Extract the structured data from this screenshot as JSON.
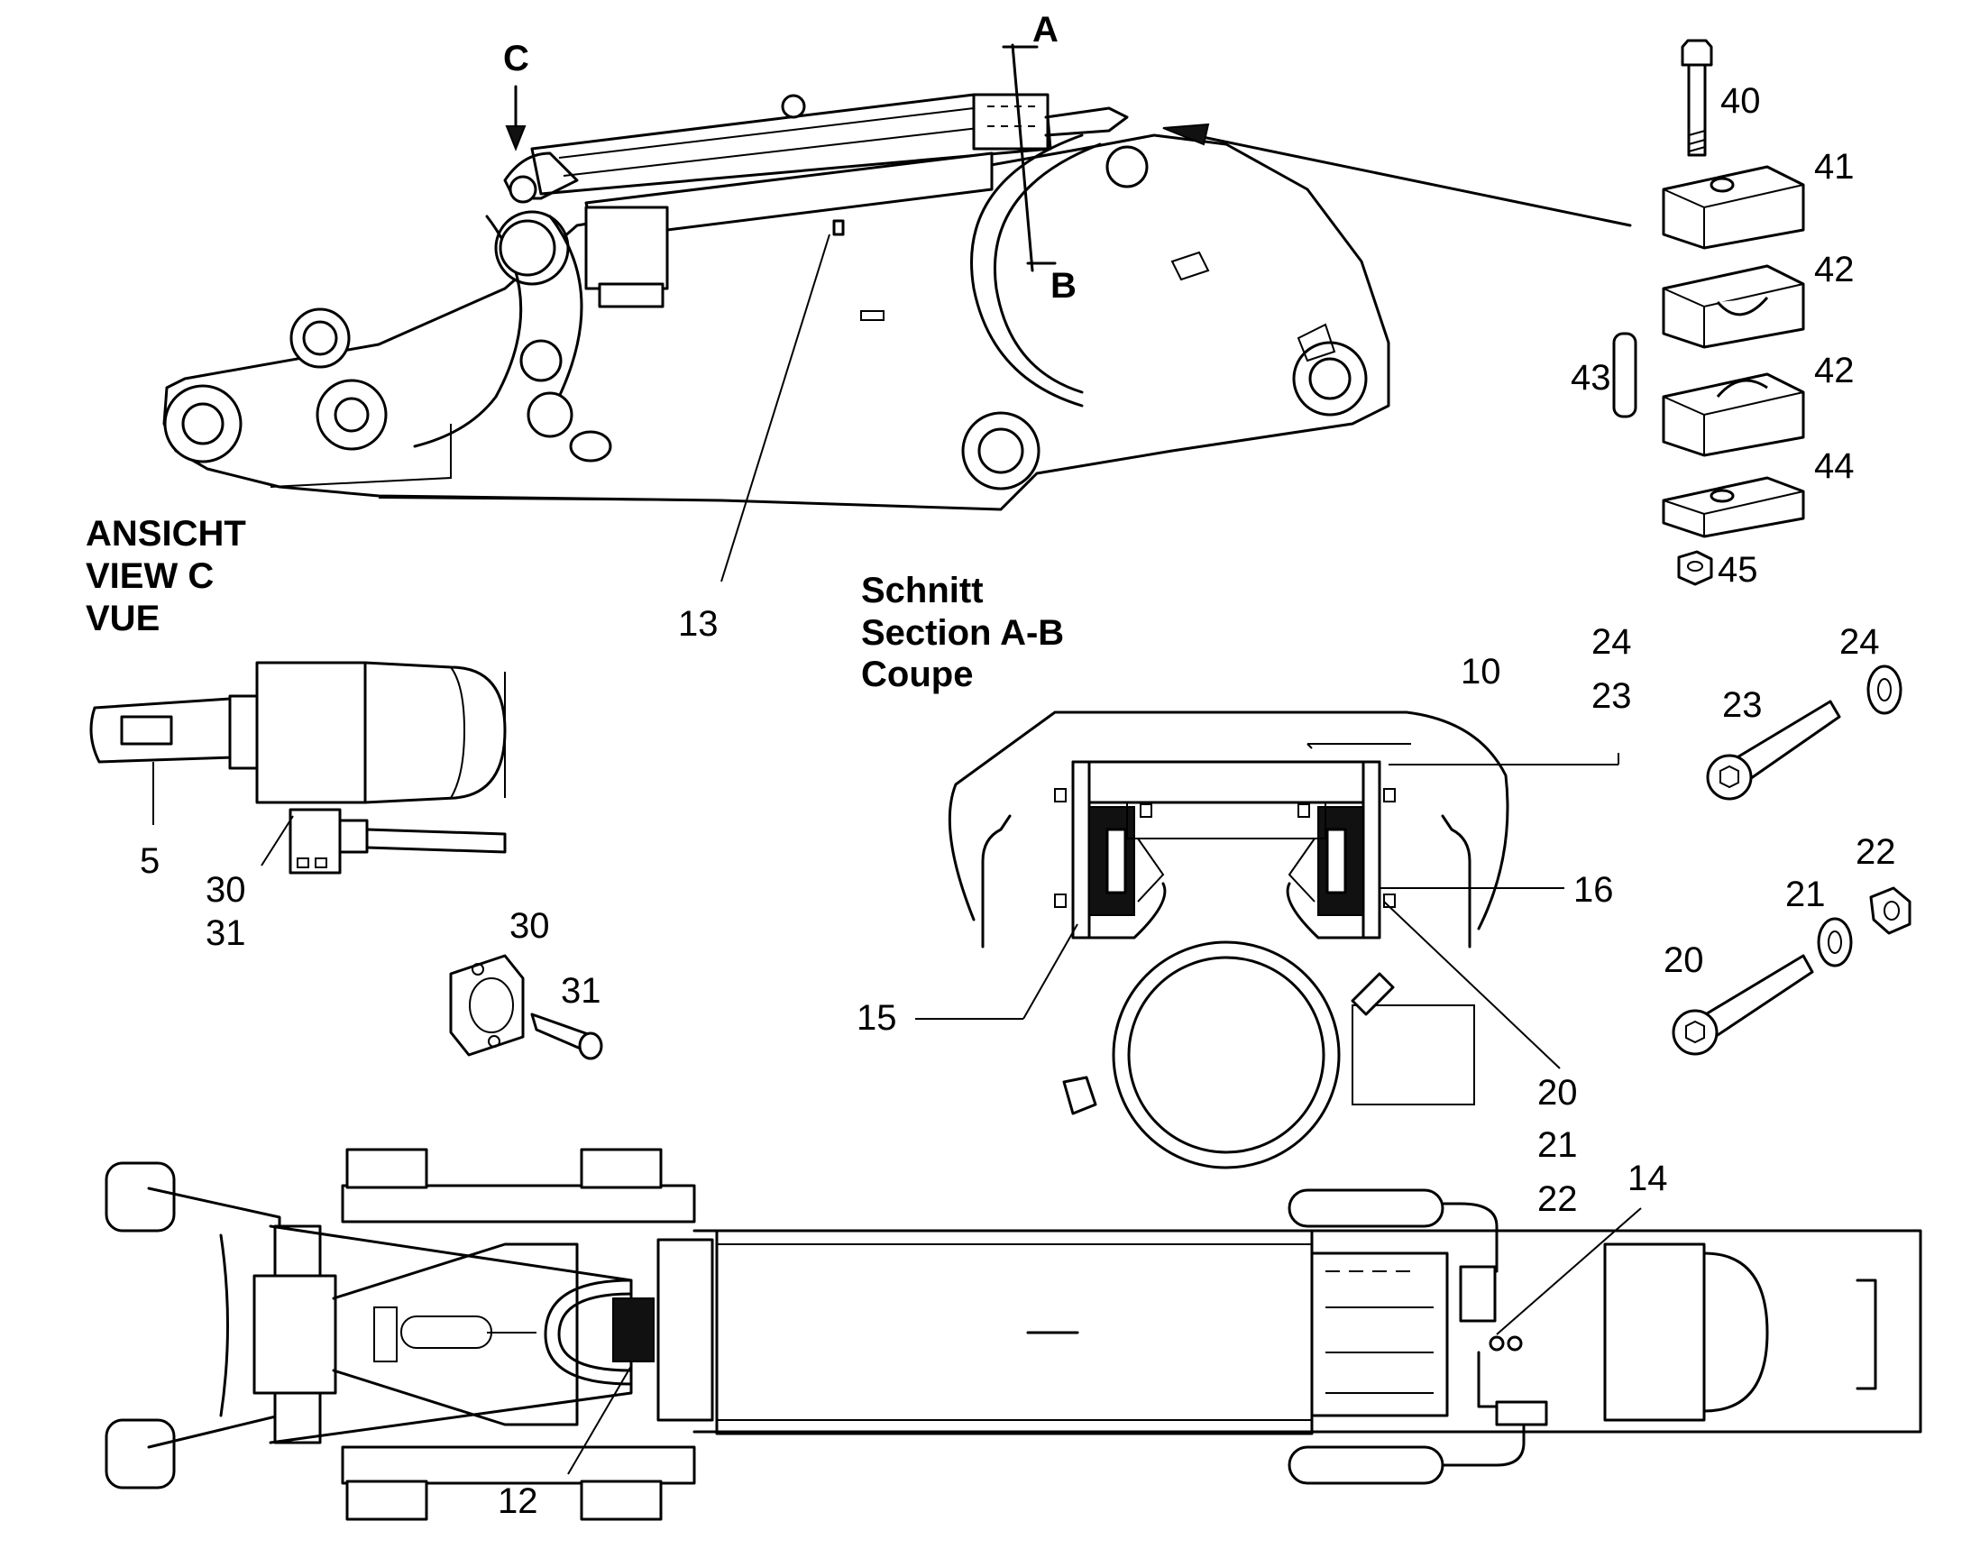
{
  "views": {
    "view_c": {
      "marker": "C",
      "title_de": "ANSICHT",
      "title_en": "VIEW  C",
      "title_fr": "VUE"
    },
    "section_ab": {
      "marker_a": "A",
      "marker_b": "B",
      "title_de": "Schnitt",
      "title_en": "Section   A-B",
      "title_fr": "Coupe"
    }
  },
  "callouts": {
    "c40": "40",
    "c41": "41",
    "c42a": "42",
    "c42b": "42",
    "c43": "43",
    "c44": "44",
    "c45": "45",
    "c13": "13",
    "c5": "5",
    "c30a": "30",
    "c31a": "31",
    "c30b": "30",
    "c31b": "31",
    "c10": "10",
    "c24a": "24",
    "c23a": "23",
    "c16": "16",
    "c15": "15",
    "c20a": "20",
    "c21a": "21",
    "c22a": "22",
    "c24b": "24",
    "c23b": "23",
    "c22b": "22",
    "c21b": "21",
    "c20b": "20",
    "c14": "14",
    "c12": "12"
  }
}
